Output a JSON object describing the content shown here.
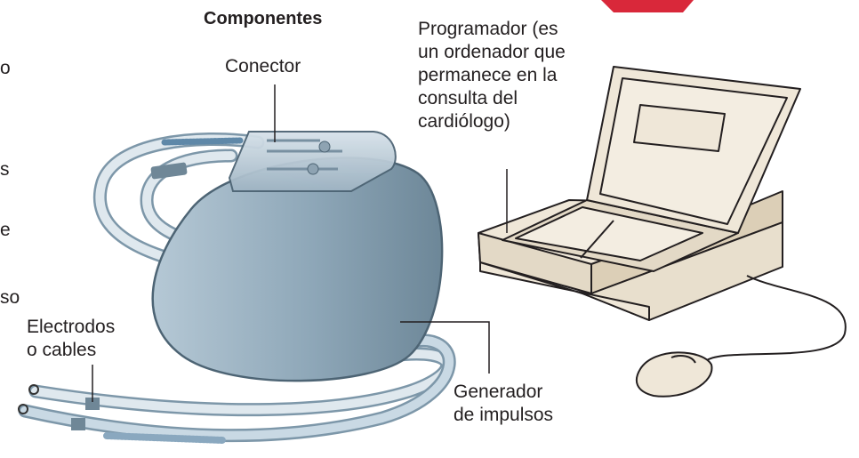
{
  "title": "Componentes",
  "labels": {
    "connector": "Conector",
    "programmer": "Programador (es\nun ordenador que\npermanece en la\nconsulta del\ncardiólogo)",
    "leads": "Electrodos\no cables",
    "generator": "Generador\nde impulsos",
    "edge_fragments": [
      "o",
      "s",
      "e",
      "so"
    ]
  },
  "colors": {
    "accent": "#d9283a",
    "generator_body": "#8aa4b8",
    "lead_tube": "#c9d9e4",
    "programmer_body": "#efe7d8"
  },
  "icons": [
    "pacemaker-generator-icon",
    "lead-cable-icon",
    "programmer-laptop-icon",
    "mouse-icon"
  ]
}
